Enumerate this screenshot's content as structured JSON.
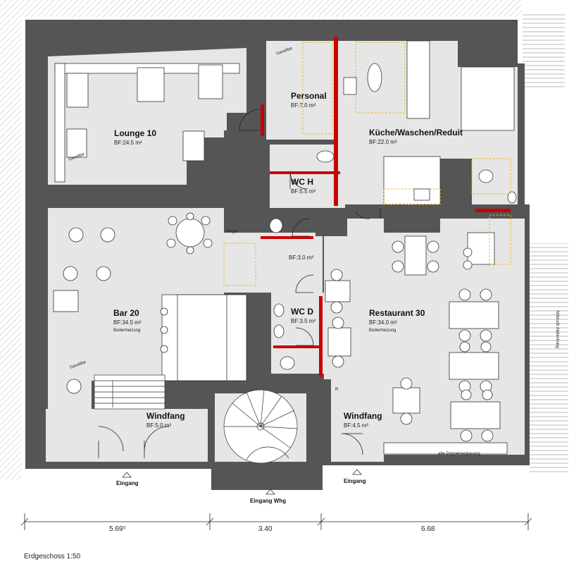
{
  "plan": {
    "caption": "Erdgeschoss   1:50",
    "rooms": [
      {
        "id": "lounge",
        "name": "Lounge 10",
        "area": "BF:24.5 m²",
        "note": ""
      },
      {
        "id": "personal",
        "name": "Personal",
        "area": "BF:7.0 m²",
        "note": ""
      },
      {
        "id": "kueche",
        "name": "Küche/Waschen/Reduit",
        "area": "BF:22.0 m²",
        "note": ""
      },
      {
        "id": "wch",
        "name": "WC H",
        "area": "BF:5.5 m²",
        "note": ""
      },
      {
        "id": "flur",
        "name": "",
        "area": "BF:3.0 m²",
        "note": ""
      },
      {
        "id": "bar",
        "name": "Bar 20",
        "area": "BF:34.5 m²",
        "note": "Bodenheizung"
      },
      {
        "id": "wcd",
        "name": "WC D",
        "area": "BF:3.5 m²",
        "note": ""
      },
      {
        "id": "restaurant",
        "name": "Restaurant 30",
        "area": "BF:34.0 m²",
        "note": "Bodenheizung"
      },
      {
        "id": "windfang1",
        "name": "Windfang",
        "area": "BF:5.0 m²",
        "note": ""
      },
      {
        "id": "windfang2",
        "name": "Windfang",
        "area": "BF:4.5 m²",
        "note": ""
      }
    ],
    "entrances": [
      {
        "id": "eingang1",
        "label": "Eingang"
      },
      {
        "id": "eingang-whg",
        "label": "Eingang Whg"
      },
      {
        "id": "eingang2",
        "label": "Eingang"
      }
    ],
    "labels": {
      "regal": "Regal",
      "gewoelbe": "Gewölbe",
      "r": "R",
      "doppelverglasung": "alte Doppelverglasung",
      "abbruch": "Abbruch Abdeckung"
    },
    "dimensions": [
      "5.69⁵",
      "3.40",
      "6.68"
    ]
  },
  "colors": {
    "wall": "#555555",
    "floor": "#e6e6e6",
    "accent_red": "#cc0000",
    "fixture_yellow": "#e8b923"
  }
}
